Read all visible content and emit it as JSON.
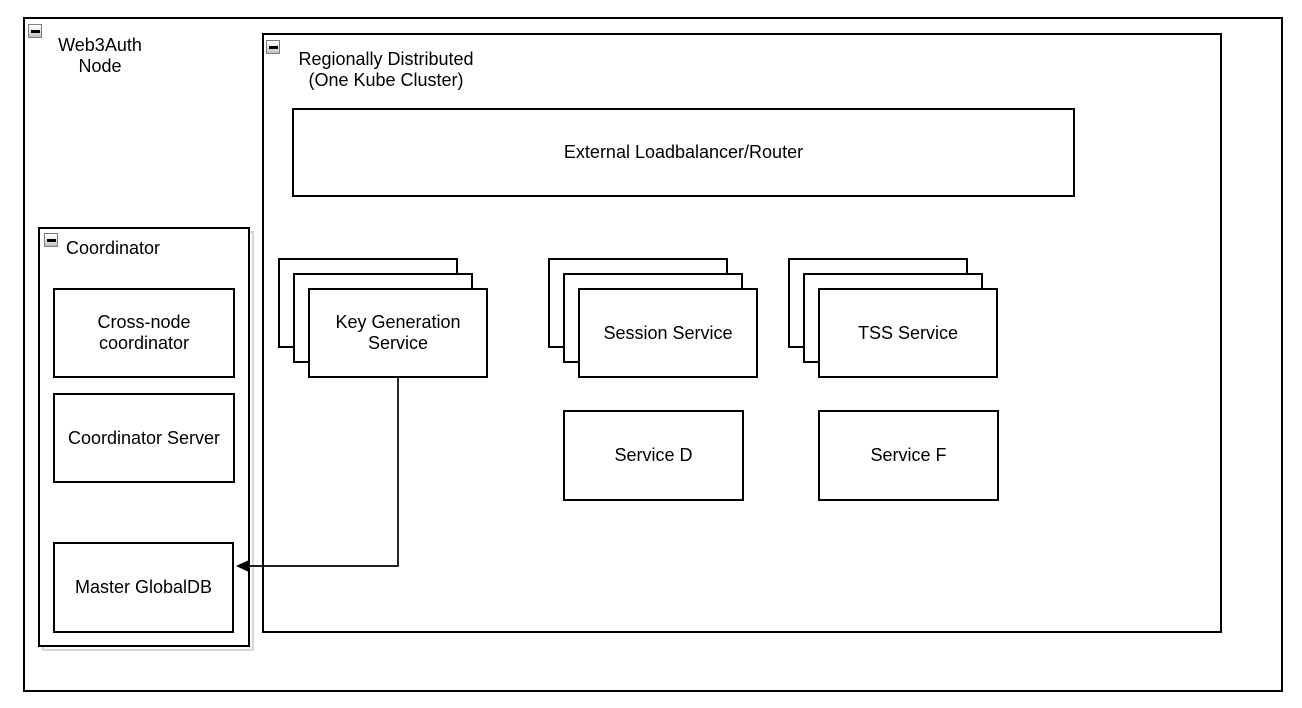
{
  "icons": {
    "collapse": "minus-in-square"
  },
  "colors": {
    "border": "#000000",
    "background": "#ffffff",
    "collapse_button_fill": "#d8d8d8",
    "collapse_button_border": "#7d7d7d",
    "group_shadow": "#d6d6d6"
  },
  "nodes": {
    "web3auth_node": {
      "line1": "Web3Auth",
      "line2": "Node"
    },
    "regionally_distributed": {
      "line1": "Regionally Distributed",
      "line2": "(One Kube Cluster)"
    },
    "external_loadbalancer": {
      "label": "External Loadbalancer/Router"
    },
    "key_generation_service": {
      "line1": "Key Generation",
      "line2": "Service"
    },
    "session_service": {
      "label": "Session Service"
    },
    "tss_service": {
      "label": "TSS Service"
    },
    "service_d": {
      "label": "Service D"
    },
    "service_f": {
      "label": "Service F"
    },
    "coordinator": {
      "label": "Coordinator"
    },
    "cross_node_coordinator": {
      "line1": "Cross-node",
      "line2": "coordinator"
    },
    "coordinator_server": {
      "label": "Coordinator Server"
    },
    "master_globaldb": {
      "label": "Master GlobalDB"
    }
  },
  "edges": [
    {
      "from": "Key Generation Service",
      "to": "Master GlobalDB",
      "arrowhead_at": "Master GlobalDB"
    }
  ]
}
